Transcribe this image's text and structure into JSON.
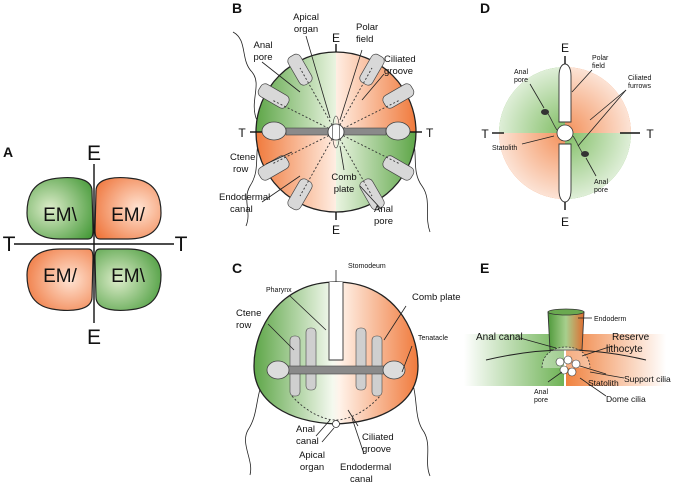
{
  "panels": {
    "A": {
      "letter": "A",
      "axis_e_top": "E",
      "axis_e_bottom": "E",
      "axis_t_left": "T",
      "axis_t_right": "T",
      "cells": {
        "top_left": "EM\\",
        "top_right": "EM/",
        "bottom_left": "EM/",
        "bottom_right": "EM\\"
      }
    },
    "B": {
      "letter": "B",
      "axis_e_top": "E",
      "axis_e_bottom": "E",
      "axis_t_left": "T",
      "axis_t_right": "T",
      "labels": {
        "apical_organ_1": "Apical",
        "apical_organ_2": "organ",
        "polar_field_1": "Polar",
        "polar_field_2": "field",
        "anal_pore_tl_1": "Anal",
        "anal_pore_tl_2": "pore",
        "ciliated_groove_1": "Ciliated",
        "ciliated_groove_2": "groove",
        "ctene_row_1": "Ctene",
        "ctene_row_2": "row",
        "comb_plate_1": "Comb",
        "comb_plate_2": "plate",
        "endodermal_canal_1": "Endodermal",
        "endodermal_canal_2": "canal",
        "anal_pore_br_1": "Anal",
        "anal_pore_br_2": "pore"
      }
    },
    "C": {
      "letter": "C",
      "labels": {
        "stomodeum": "Stomodeum",
        "pharynx": "Pharynx",
        "comb_plate": "Comb plate",
        "ctene_row_1": "Ctene",
        "ctene_row_2": "row",
        "tentacle": "Tenatacle",
        "anal_canal_1": "Anal",
        "anal_canal_2": "canal",
        "ciliated_groove_1": "Ciliated",
        "ciliated_groove_2": "groove",
        "apical_organ_1": "Apical",
        "apical_organ_2": "organ",
        "endodermal_canal_1": "Endodermal",
        "endodermal_canal_2": "canal"
      }
    },
    "D": {
      "letter": "D",
      "axis_e_top": "E",
      "axis_e_bottom": "E",
      "axis_t_left": "T",
      "axis_t_right": "T",
      "labels": {
        "anal_pore_top_1": "Anal",
        "anal_pore_top_2": "pore",
        "polar_field_1": "Polar",
        "polar_field_2": "field",
        "ciliated_furrows_1": "Ciliated",
        "ciliated_furrows_2": "furrows",
        "statolith": "Statolith",
        "anal_pore_bot_1": "Anal",
        "anal_pore_bot_2": "pore"
      }
    },
    "E": {
      "letter": "E",
      "labels": {
        "endoderm": "Endoderm",
        "anal_canal": "Anal canal",
        "reserve_1": "Reserve",
        "reserve_2": "lithocyte",
        "statolith": "Statolith",
        "support_cilia": "Support cilia",
        "anal_pore_1": "Anal",
        "anal_pore_2": "pore",
        "dome_cilia": "Dome cilia"
      }
    }
  },
  "colors": {
    "green": "#4a9a3a",
    "orange": "#f07a3c",
    "outline": "#222222"
  }
}
